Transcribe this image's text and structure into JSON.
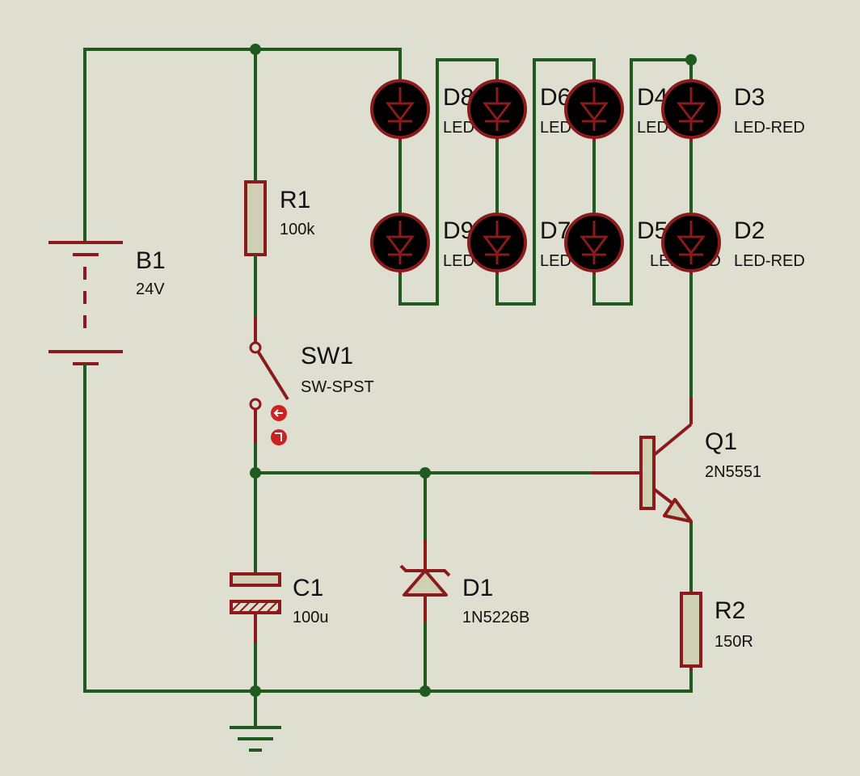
{
  "components": {
    "B1": {
      "ref": "B1",
      "value": "24V"
    },
    "R1": {
      "ref": "R1",
      "value": "100k"
    },
    "SW1": {
      "ref": "SW1",
      "value": "SW-SPST"
    },
    "C1": {
      "ref": "C1",
      "value": "100u"
    },
    "D1": {
      "ref": "D1",
      "value": "1N5226B"
    },
    "Q1": {
      "ref": "Q1",
      "value": "2N5551"
    },
    "R2": {
      "ref": "R2",
      "value": "150R"
    },
    "leds": [
      {
        "ref": "D8",
        "value": "LED-RED"
      },
      {
        "ref": "D6",
        "value": "LED-RED"
      },
      {
        "ref": "D4",
        "value": "LED-RED"
      },
      {
        "ref": "D3",
        "value": "LED-RED"
      },
      {
        "ref": "D9",
        "value": "LED-RED"
      },
      {
        "ref": "D7",
        "value": "LED-RED"
      },
      {
        "ref": "D5",
        "value": "LED-RED"
      },
      {
        "ref": "D2",
        "value": "LED-RED"
      }
    ]
  },
  "colors": {
    "background": "#dedfd0",
    "wire": "#1f5a1f",
    "component": "#8b1a1a",
    "component_fill": "#cfcfb4",
    "led_fill": "#000000",
    "switch_button": "#cc2222"
  }
}
